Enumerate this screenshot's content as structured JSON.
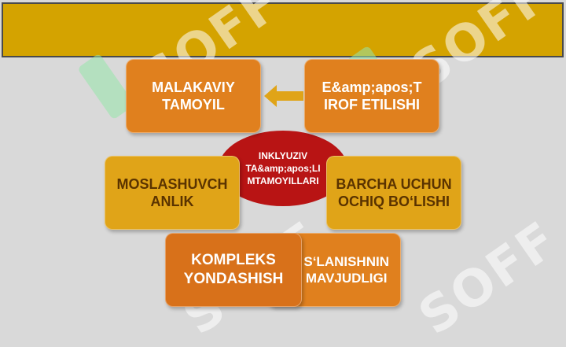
{
  "slide": {
    "title": "",
    "center": {
      "line1": "INKLYUZIV",
      "line2": "TA&amp;apos;LI",
      "line3": "MTAMOYILLARI"
    },
    "boxes": {
      "malakaviy": {
        "line1": "MALAKAVIY",
        "line2": "TAMOYIL"
      },
      "etirof": {
        "line1": "E&amp;apos;T",
        "line2": "IROF ETILISHI"
      },
      "moslashuv": {
        "line1": "MOSLASHUVCH",
        "line2": "ANLIK"
      },
      "barcha": {
        "line1": "BARCHA UCHUN",
        "line2": "OCHIQ BO‘LISHI"
      },
      "kompleks": {
        "line1": "KOMPLEKS",
        "line2": "YONDASHISH"
      },
      "mavjudlik": {
        "line1": "S‘LANISHNIN",
        "line2": "MAVJUDLIGI"
      }
    },
    "watermark": "SOFF",
    "colors": {
      "orange": "#e0801e",
      "gold": "#e0a418",
      "center": "#b81414",
      "titlebar": "#d4a300"
    }
  }
}
